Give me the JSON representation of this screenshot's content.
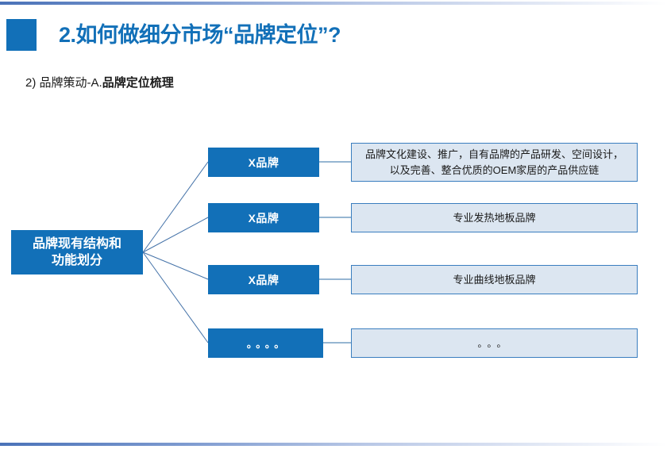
{
  "slide": {
    "title": "2.如何做细分市场“品牌定位”?",
    "subtitle_plain": "2) 品牌策动-A.",
    "subtitle_strong": "品牌定位梳理",
    "accent_color": "#1270b8",
    "panel_fill_color": "#dce6f1",
    "panel_border_color": "#3a7ebf"
  },
  "diagram": {
    "root_label_line1": "品牌现有结构和",
    "root_label_line2": "功能划分",
    "rows": [
      {
        "brand": "X品牌",
        "desc_line1": "品牌文化建设、推广，自有品牌的产品研发、空间设计，",
        "desc_line2": "以及完善、整合优质的OEM家居的产品供应链"
      },
      {
        "brand": "X品牌",
        "desc_line1": "专业发热地板品牌",
        "desc_line2": ""
      },
      {
        "brand": "X品牌",
        "desc_line1": "专业曲线地板品牌",
        "desc_line2": ""
      },
      {
        "brand": "。。。。",
        "desc_line1": "。。。",
        "desc_line2": ""
      }
    ]
  }
}
